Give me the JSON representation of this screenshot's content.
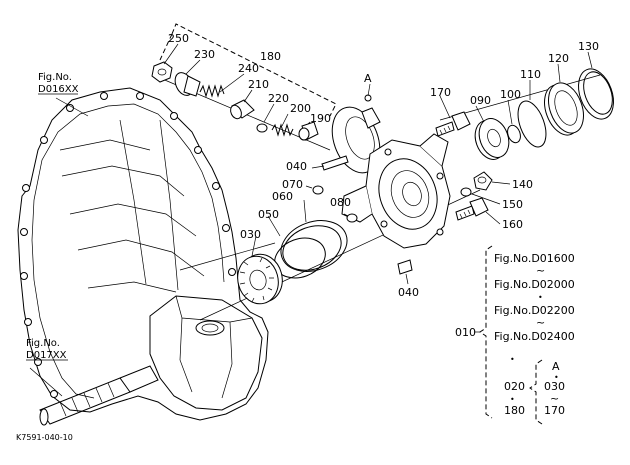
{
  "figure_code": "K7591-040-10",
  "callouts": {
    "p250": "250",
    "p230": "230",
    "p180": "180",
    "p240": "240",
    "p210": "210",
    "p220": "220",
    "p200": "200",
    "p190": "190",
    "pA_top": "A",
    "p170": "170",
    "p090": "090",
    "p100": "100",
    "p110": "110",
    "p120": "120",
    "p130": "130",
    "p040a": "040",
    "p070": "070",
    "p060": "060",
    "p080": "080",
    "p050": "050",
    "p030": "030",
    "p140": "140",
    "p150": "150",
    "p160": "160",
    "p040b": "040"
  },
  "fig_refs": {
    "top_left_l1": "Fig.No.",
    "top_left_l2": "D016XX",
    "bottom_left_l1": "Fig.No.",
    "bottom_left_l2": "D017XX"
  },
  "applicability": {
    "assembly": "010",
    "figs": [
      "Fig.No.D01600",
      "Fig.No.D02000",
      "Fig.No.D02200",
      "Fig.No.D02400"
    ],
    "range_mark": "~",
    "dot": "•",
    "sub_from": "020",
    "sub_to": "180",
    "group_label": "A",
    "group_from": "030",
    "group_to": "170"
  }
}
